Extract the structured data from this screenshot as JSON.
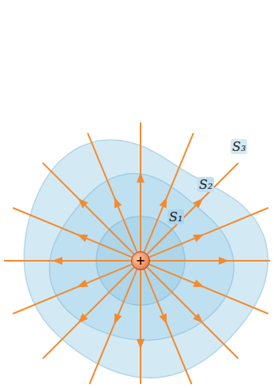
{
  "diagram": {
    "nodes": [
      {
        "text": [
          "+"
        ]
      }
    ],
    "labels": [
      "S₃",
      "S₂",
      "S₁"
    ]
  }
}
